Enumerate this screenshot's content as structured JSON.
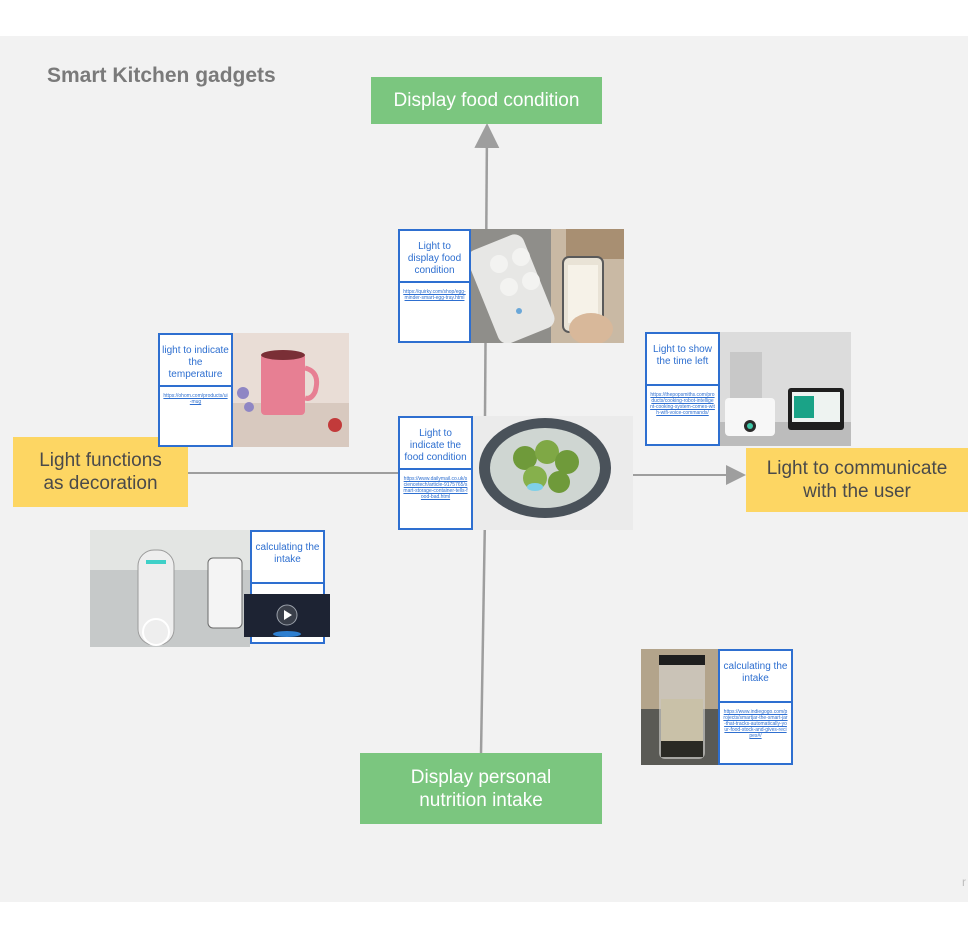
{
  "board": {
    "title": "Smart Kitchen gadgets",
    "corner_mark": "r"
  },
  "categories": {
    "top": "Display food condition",
    "bottom": "Display personal nutrition intake",
    "left": "Light functions as decoration",
    "right": "Light to communicate with the user"
  },
  "colors": {
    "green": "#7bc67f",
    "yellow": "#fdd663",
    "note_blue": "#2e6fd0",
    "arrow": "#9e9e9e",
    "board": "#f2f2f2"
  },
  "cards": {
    "egg_tray": {
      "label": "Light to display food condition",
      "link": "https://quirky.com/shop/egg-minder-smart-egg-tray.html",
      "image": "egg-tray-photo"
    },
    "mug": {
      "label": "light to indicate the temperature",
      "link": "https://ohom.com/products/ui-mug",
      "image": "tea-mug-photo"
    },
    "container": {
      "label": "Light to indicate the food condition",
      "link": "https://www.dailymail.co.uk/sciencetech/article-9175765/smart-storage-container-tells-food-bad.html",
      "image": "food-container-photo"
    },
    "cooker": {
      "label": "Light to show the time left",
      "link": "https://thepopsmiths.com/products/cooking-robot-intelligent-cooking-system-comes-with-wifi-voice-commands/",
      "image": "kitchen-robot-photo"
    },
    "bottle": {
      "label": "calculating the intake",
      "link": "",
      "image": "smart-bottle-video"
    },
    "jar": {
      "label": "calculating the intake",
      "link": "https://www.indiegogo.com/projects/smartjar-the-smart-jar-that-tracks-automatically-your-food-stock-and-gives-recipes#/",
      "image": "grain-jar-photo"
    }
  }
}
